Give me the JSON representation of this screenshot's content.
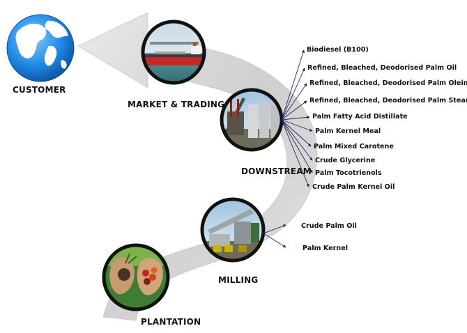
{
  "stages": {
    "customer": "CUSTOMER",
    "market_trading": "MARKET & TRADING",
    "downstream": "DOWNSTREAM",
    "milling": "MILLING",
    "plantation": "PLANTATION"
  },
  "downstream_products": [
    "Biodiesel (B100)",
    "Refined, Bleached, Deodorised Palm Oil",
    "Refined, Bleached, Deodorised Palm Olein",
    "Refined, Bleached, Deodorised Palm Stearin",
    "Palm Fatty Acid Distillate",
    "Palm Kernel Meal",
    "Palm Mixed Carotene",
    "Crude Glycerine",
    "Palm Tocotrienols",
    "Crude Palm Kernel Oil"
  ],
  "milling_products": [
    "Crude Palm Oil",
    "Palm Kernel"
  ],
  "colors": {
    "flow_arrow": "#dcdcdc",
    "circle_border": "#111111",
    "globe_blue": "#1e88e5",
    "pointer_lines": "#1f2a5a"
  }
}
